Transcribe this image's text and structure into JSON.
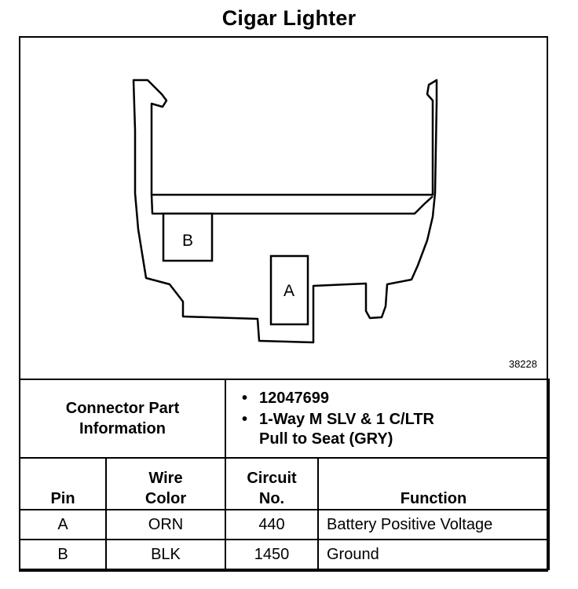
{
  "title": "Cigar Lighter",
  "figure_id": "38228",
  "diagram": {
    "pins": [
      {
        "label": "B"
      },
      {
        "label": "A"
      }
    ]
  },
  "connector_info": {
    "label_line1": "Connector Part",
    "label_line2": "Information",
    "items": [
      {
        "text": "12047699"
      },
      {
        "text": "1-Way M SLV & 1 C/LTR",
        "text2": "Pull to Seat (GRY)"
      }
    ]
  },
  "table": {
    "headers": {
      "pin": "Pin",
      "wire_line1": "Wire",
      "wire_line2": "Color",
      "circuit_line1": "Circuit",
      "circuit_line2": "No.",
      "function": "Function"
    },
    "rows": [
      {
        "pin": "A",
        "wire": "ORN",
        "circuit": "440",
        "function": "Battery Positive Voltage"
      },
      {
        "pin": "B",
        "wire": "BLK",
        "circuit": "1450",
        "function": "Ground"
      }
    ]
  }
}
